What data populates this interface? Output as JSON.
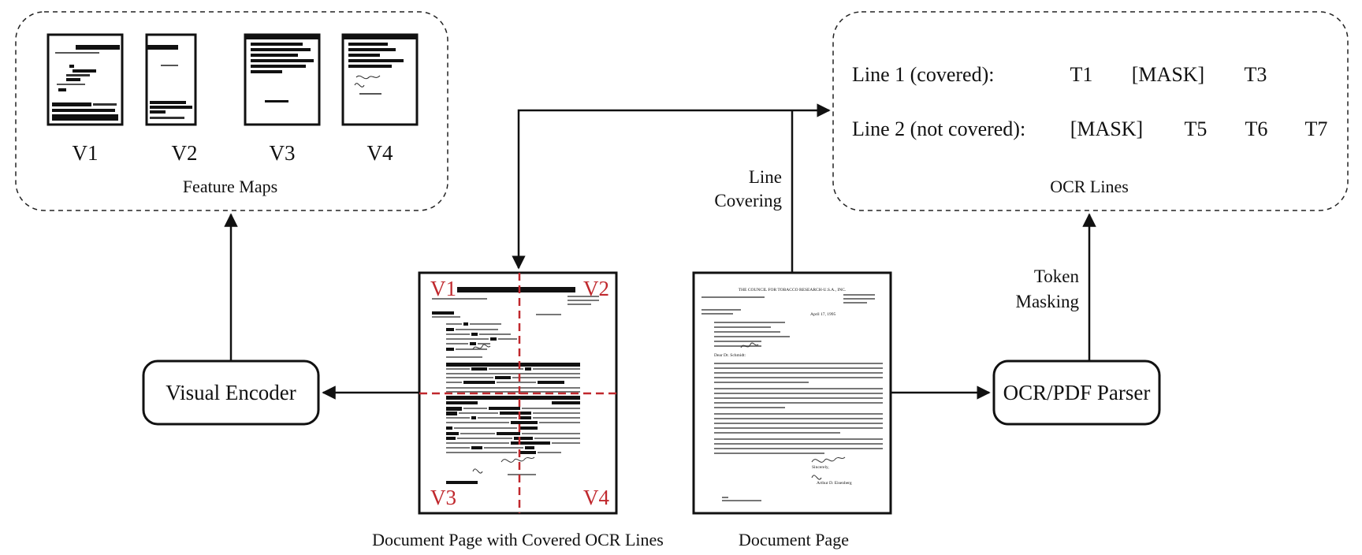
{
  "feature_maps": {
    "title": "Feature Maps",
    "items": [
      {
        "label": "V1"
      },
      {
        "label": "V2"
      },
      {
        "label": "V3"
      },
      {
        "label": "V4"
      }
    ]
  },
  "ocr_lines": {
    "title": "OCR Lines",
    "lines": [
      {
        "label": "Line 1 (covered):",
        "tokens": [
          "T1",
          "[MASK]",
          "T3"
        ]
      },
      {
        "label": "Line 2 (not covered):",
        "tokens": [
          "[MASK]",
          "T5",
          "T6",
          "T7"
        ]
      }
    ]
  },
  "line_covering": {
    "line1": "Line",
    "line2": "Covering"
  },
  "token_masking": {
    "line1": "Token",
    "line2": "Masking"
  },
  "visual_encoder": {
    "label": "Visual Encoder"
  },
  "ocr_parser": {
    "label": "OCR/PDF Parser"
  },
  "covered_doc": {
    "caption": "Document Page with Covered OCR Lines",
    "quadrants": [
      "V1",
      "V2",
      "V3",
      "V4"
    ],
    "divider_color": "#c0282d"
  },
  "plain_doc": {
    "caption": "Document Page",
    "letterhead": "THE COUNCIL FOR TOBACCO RESEARCH-U.S.A., INC.",
    "date": "April 17, 1995",
    "salutation": "Dear Dr. Schmidt:",
    "closing": "Sincerely,",
    "signer": "Arthur D. Eisenberg"
  }
}
